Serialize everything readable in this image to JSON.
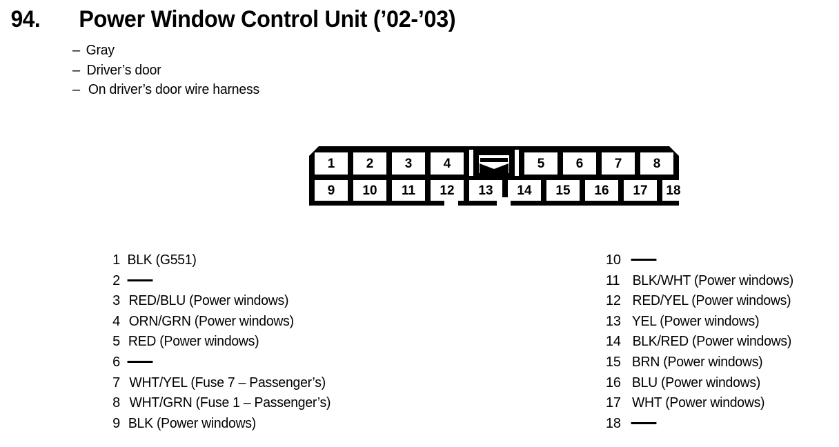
{
  "header": {
    "section_number": "94.",
    "title": "Power Window Control Unit (’02-’03)",
    "bullets": [
      {
        "dash": "–",
        "text": "Gray"
      },
      {
        "dash": "–",
        "text": "Driver’s door"
      },
      {
        "dash": "–",
        "text": "On driver’s door wire harness"
      }
    ]
  },
  "connector": {
    "name": "18-pin connector",
    "top_row": [
      "1",
      "2",
      "3",
      "4",
      "5",
      "6",
      "7",
      "8"
    ],
    "bottom_row": [
      "9",
      "10",
      "11",
      "12",
      "13",
      "14",
      "15",
      "16",
      "17",
      "18"
    ],
    "lock_tab_icon": "connector-lock-tab-icon",
    "outline_color": "#000000",
    "fill_color": "#ffffff"
  },
  "pin_list": {
    "left": [
      {
        "no": "1",
        "desc": "BLK (G551)"
      },
      {
        "no": "2",
        "desc": "—"
      },
      {
        "no": "3",
        "desc": "RED/BLU (Power windows)"
      },
      {
        "no": "4",
        "desc": "ORN/GRN (Power windows)"
      },
      {
        "no": "5",
        "desc": "RED (Power windows)"
      },
      {
        "no": "6",
        "desc": "—"
      },
      {
        "no": "7",
        "desc": "WHT/YEL (Fuse 7 – Passenger’s)"
      },
      {
        "no": "8",
        "desc": "WHT/GRN (Fuse 1 – Passenger’s)"
      },
      {
        "no": "9",
        "desc": "BLK (Power windows)"
      }
    ],
    "right": [
      {
        "no": "10",
        "desc": "—"
      },
      {
        "no": "11",
        "desc": "BLK/WHT (Power windows)"
      },
      {
        "no": "12",
        "desc": "RED/YEL (Power windows)"
      },
      {
        "no": "13",
        "desc": "YEL (Power windows)"
      },
      {
        "no": "14",
        "desc": "BLK/RED (Power windows)"
      },
      {
        "no": "15",
        "desc": "BRN (Power windows)"
      },
      {
        "no": "16",
        "desc": "BLU (Power windows)"
      },
      {
        "no": "17",
        "desc": "WHT (Power windows)"
      },
      {
        "no": "18",
        "desc": "—"
      }
    ]
  }
}
